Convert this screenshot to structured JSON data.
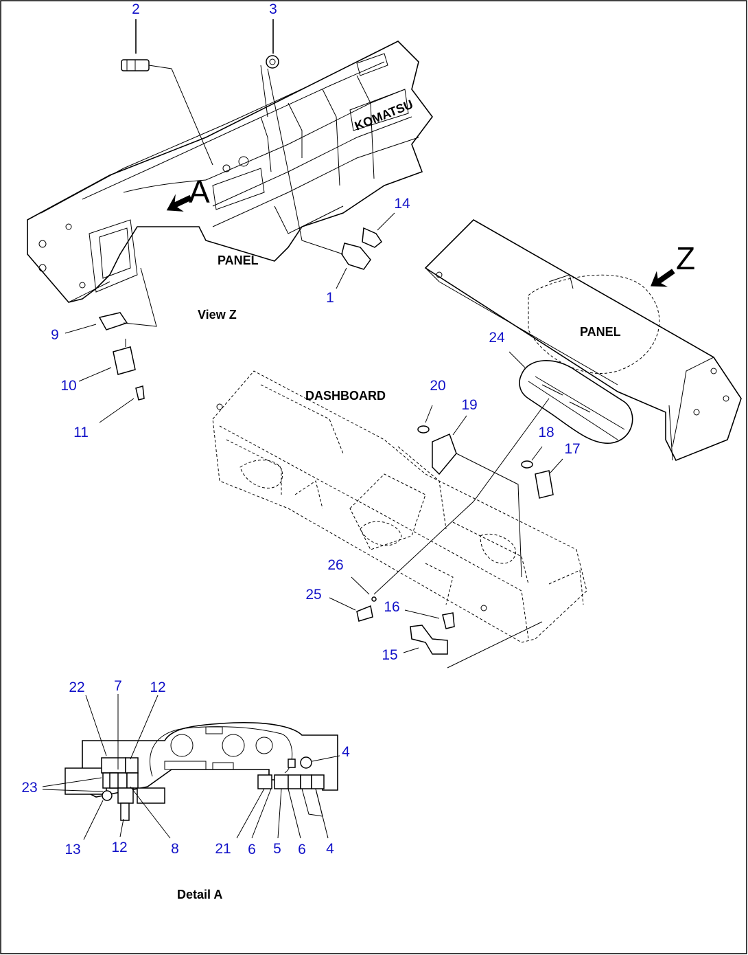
{
  "captions": {
    "panel_top": "PANEL",
    "panel_right": "PANEL",
    "dashboard": "DASHBOARD",
    "view_z": "View Z",
    "detail_a": "Detail A",
    "view_letter_a": "A",
    "view_letter_z": "Z"
  },
  "callouts": {
    "n1": "1",
    "n2": "2",
    "n3": "3",
    "n4a": "4",
    "n4b": "4",
    "n5": "5",
    "n6a": "6",
    "n6b": "6",
    "n7": "7",
    "n8": "8",
    "n9": "9",
    "n10": "10",
    "n11": "11",
    "n12a": "12",
    "n12b": "12",
    "n13": "13",
    "n14": "14",
    "n15": "15",
    "n16": "16",
    "n17": "17",
    "n18": "18",
    "n19": "19",
    "n20": "20",
    "n21": "21",
    "n22": "22",
    "n23": "23",
    "n24": "24",
    "n25": "25",
    "n26": "26"
  },
  "colors": {
    "callout": "#1212c8",
    "line": "#000000"
  }
}
